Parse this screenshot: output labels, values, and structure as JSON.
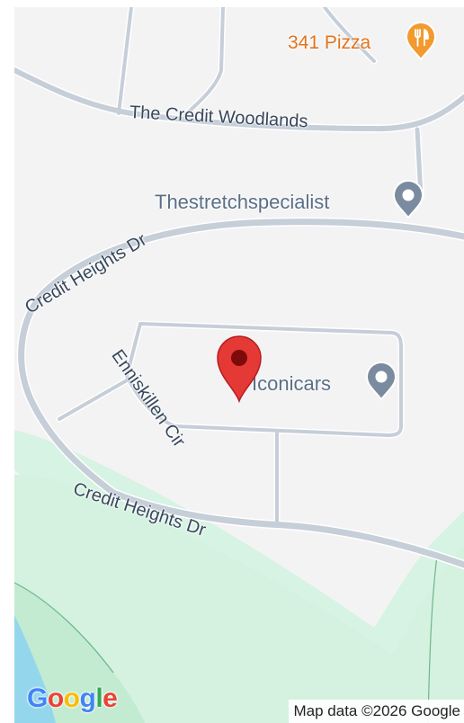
{
  "map": {
    "roads": [
      "The Credit Woodlands",
      "Credit Heights Dr",
      "Enniskillen Cir",
      "Credit Heights Dr"
    ],
    "places": [
      {
        "name": "341 Pizza",
        "icon": "restaurant-icon",
        "color": "#f29a2e"
      },
      {
        "name": "Thestretchspecialist",
        "icon": "place-icon",
        "color": "#7a8ba0"
      },
      {
        "name": "Iconicars",
        "icon": "place-icon",
        "color": "#7a8ba0"
      }
    ],
    "pin": {
      "icon": "location-pin-icon",
      "color": "#e53935"
    },
    "logo": {
      "letters": [
        "G",
        "o",
        "o",
        "g",
        "l",
        "e"
      ],
      "colors": [
        "#4285f4",
        "#ea4335",
        "#fbbc05",
        "#4285f4",
        "#34a853",
        "#ea4335"
      ]
    },
    "attribution": "Map data ©2026 Google"
  }
}
